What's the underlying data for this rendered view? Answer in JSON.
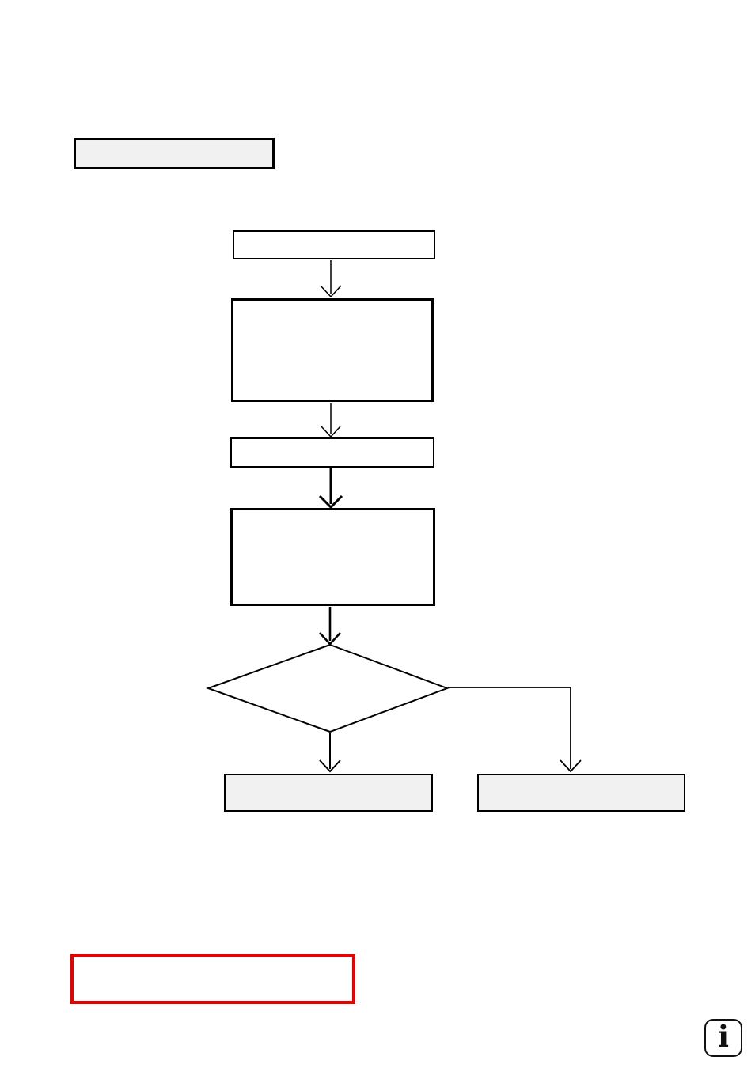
{
  "page": {
    "background": "#ffffff"
  },
  "colors": {
    "line": "#000000",
    "node_fill": "#ffffff",
    "highlight_fill": "#f1f1f1",
    "alert_border": "#e90000"
  },
  "header": {
    "section_label": ""
  },
  "flowchart": {
    "nodes": [
      {
        "id": "step-1",
        "shape": "rect",
        "fill": "white",
        "label": ""
      },
      {
        "id": "step-2",
        "shape": "rect",
        "fill": "white",
        "label": ""
      },
      {
        "id": "step-3",
        "shape": "rect",
        "fill": "white",
        "label": ""
      },
      {
        "id": "step-4",
        "shape": "rect",
        "fill": "white",
        "label": ""
      },
      {
        "id": "decision",
        "shape": "diamond",
        "fill": "white",
        "label": ""
      },
      {
        "id": "outcome-left",
        "shape": "rect",
        "fill": "gray",
        "label": ""
      },
      {
        "id": "outcome-right",
        "shape": "rect",
        "fill": "gray",
        "label": ""
      }
    ],
    "edges": [
      {
        "from": "step-1",
        "to": "step-2",
        "style": "arrow-down"
      },
      {
        "from": "step-2",
        "to": "step-3",
        "style": "arrow-down"
      },
      {
        "from": "step-3",
        "to": "step-4",
        "style": "arrow-down"
      },
      {
        "from": "step-4",
        "to": "decision",
        "style": "arrow-down"
      },
      {
        "from": "decision",
        "to": "outcome-left",
        "style": "arrow-down"
      },
      {
        "from": "decision",
        "to": "outcome-right",
        "style": "arrow-right-then-down"
      }
    ]
  },
  "alert_box": {
    "label": ""
  },
  "footer": {
    "info_icon_glyph": "i"
  }
}
